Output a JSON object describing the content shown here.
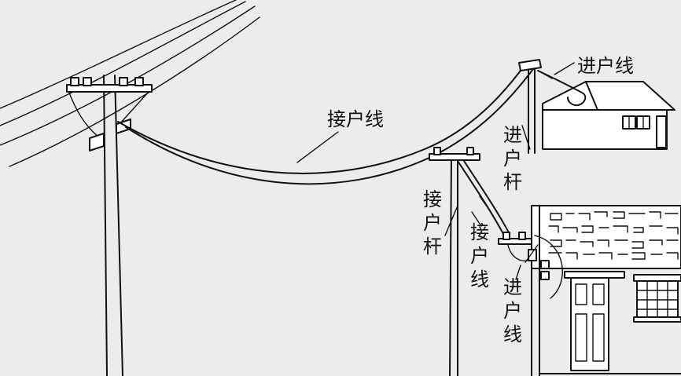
{
  "labels": {
    "service_drop": "接户线",
    "service_entrance_top": "进户线",
    "service_pole": "接户杆",
    "service_drop_lower": "接户线",
    "entrance_pole": "进户杆",
    "service_entrance_lower": "进户线"
  }
}
